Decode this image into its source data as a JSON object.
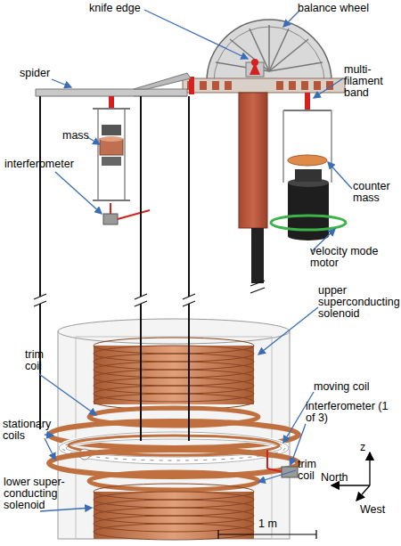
{
  "diagram": {
    "labels": [
      "knife edge",
      "balance wheel",
      "spider",
      "multi-filament band",
      "mass",
      "interferometer",
      "counter mass",
      "velocity mode motor",
      "upper superconducting solenoid",
      "trim coil",
      "moving coil",
      "stationary coils",
      "interferometer (1 of 3)",
      "lower super-conducting solenoid",
      "trim coil",
      "z",
      "North",
      "West",
      "1 m"
    ]
  }
}
